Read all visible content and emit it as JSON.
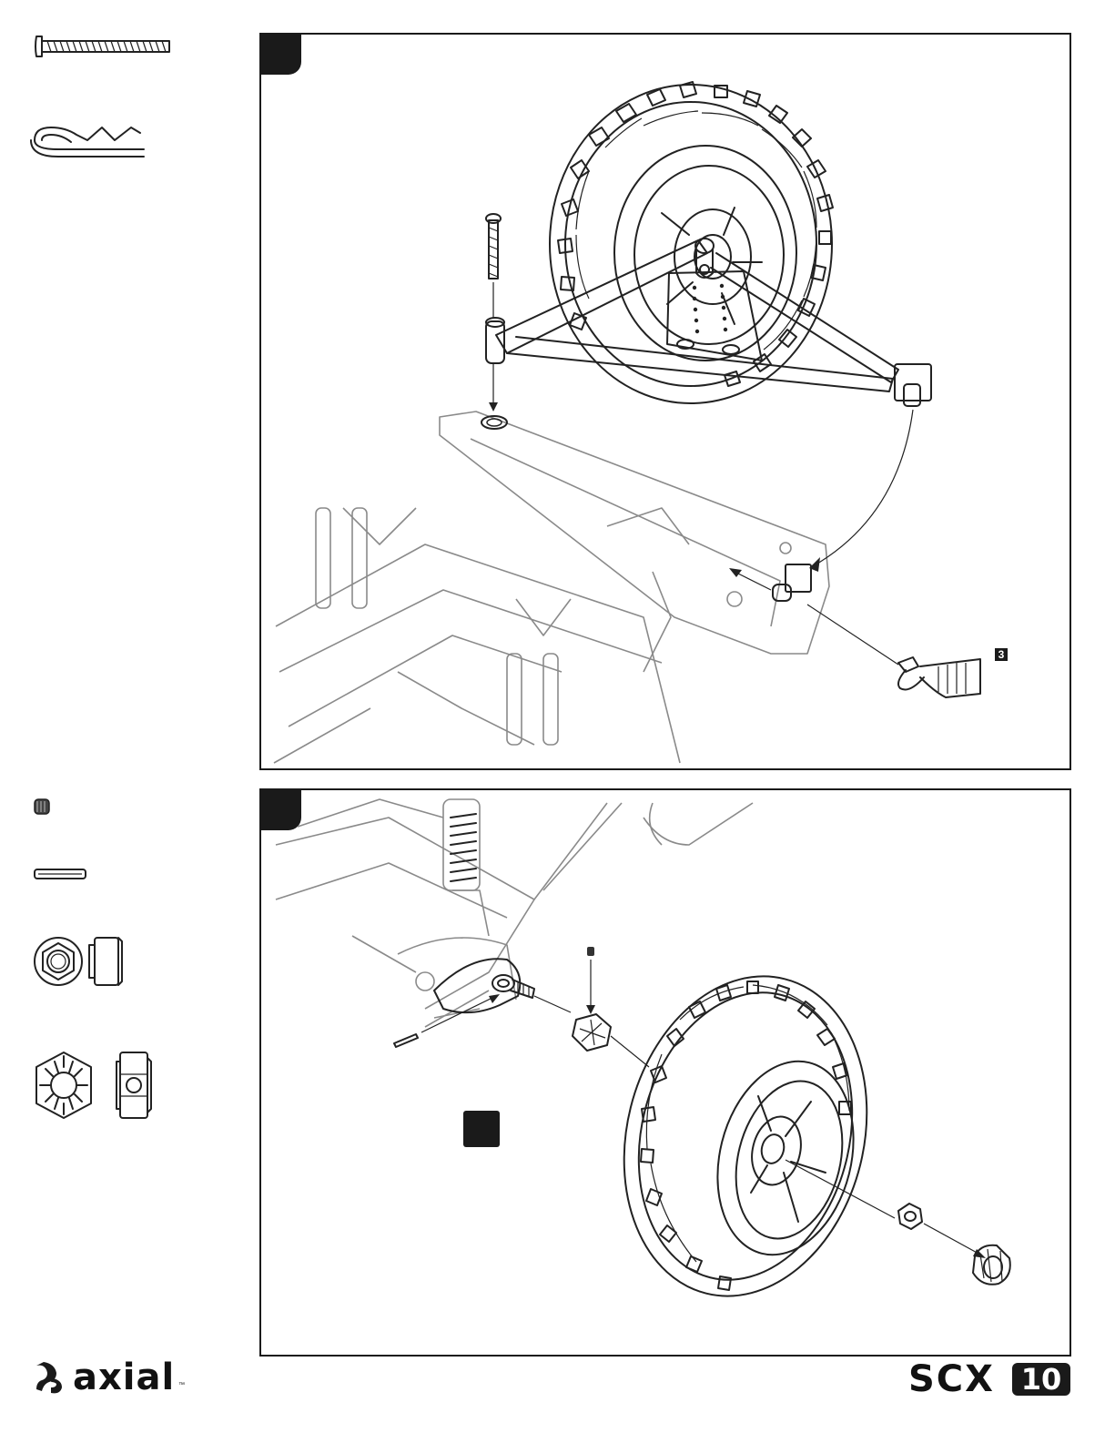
{
  "panels": [
    {
      "step_number": "",
      "callout": "3"
    },
    {
      "step_number": "",
      "callout": ""
    }
  ],
  "footer": {
    "brand": "axial",
    "trademark": "™",
    "model_text": "SCX",
    "model_number": "10"
  },
  "colors": {
    "ink": "#1a1a1a",
    "ghost": "#8a8a8a",
    "background": "#ffffff"
  }
}
